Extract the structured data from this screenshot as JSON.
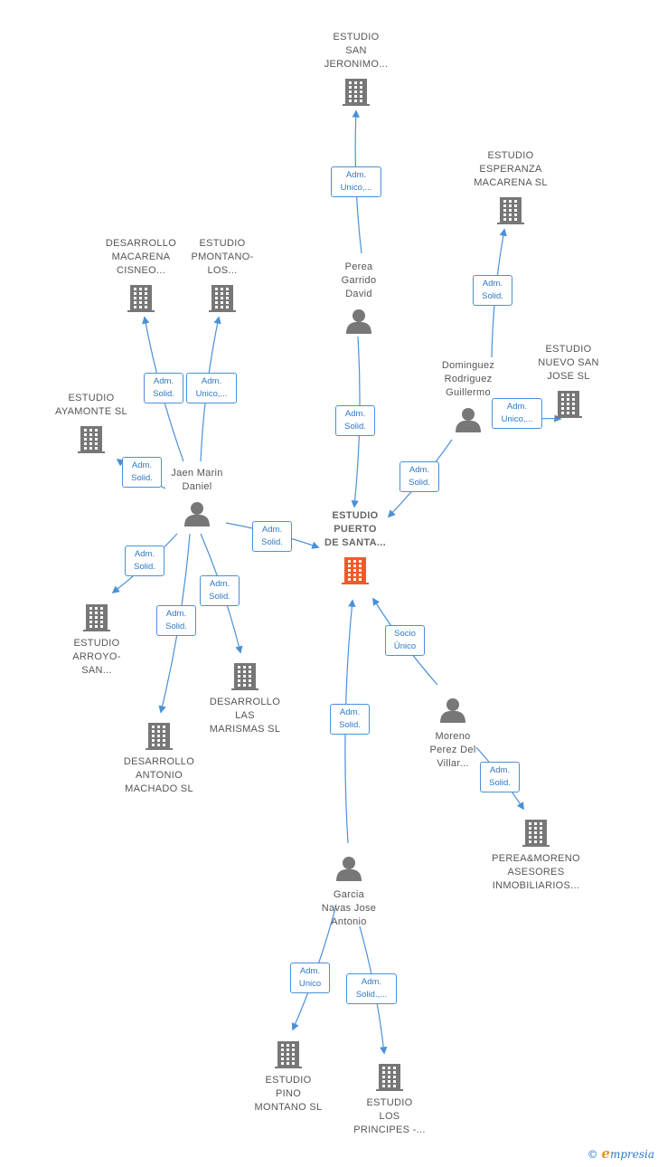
{
  "colors": {
    "edge": "#4a90d9",
    "company": "#777777",
    "center_company": "#ef5a2a",
    "person": "#777777"
  },
  "nodes": [
    {
      "id": "c_center",
      "kind": "company",
      "center": true,
      "label": "ESTUDIO\nPUERTO\nDE SANTA..."
    },
    {
      "id": "c_san_jeronimo",
      "kind": "company",
      "label": "ESTUDIO\nSAN\nJERONIMO..."
    },
    {
      "id": "c_esperanza",
      "kind": "company",
      "label": "ESTUDIO\nESPERANZA\nMACARENA SL"
    },
    {
      "id": "c_macarena_cisneo",
      "kind": "company",
      "label": "DESARROLLO\nMACARENA\nCISNEO..."
    },
    {
      "id": "c_pmontano",
      "kind": "company",
      "label": "ESTUDIO\nPMONTANO-\nLOS..."
    },
    {
      "id": "c_ayamonte",
      "kind": "company",
      "label": "ESTUDIO\nAYAMONTE SL"
    },
    {
      "id": "c_nuevo_san_jose",
      "kind": "company",
      "label": "ESTUDIO\nNUEVO SAN\nJOSE SL"
    },
    {
      "id": "c_arroyo",
      "kind": "company",
      "label": "ESTUDIO\nARROYO-\nSAN..."
    },
    {
      "id": "c_marismas",
      "kind": "company",
      "label": "DESARROLLO\nLAS\nMARISMAS SL"
    },
    {
      "id": "c_antonio_machado",
      "kind": "company",
      "label": "DESARROLLO\nANTONIO\nMACHADO SL"
    },
    {
      "id": "c_perea_moreno",
      "kind": "company",
      "label": "PEREA&MORENO\nASESORES\nINMOBILIARIOS..."
    },
    {
      "id": "c_pino_montano",
      "kind": "company",
      "label": "ESTUDIO\nPINO\nMONTANO SL"
    },
    {
      "id": "c_los_principes",
      "kind": "company",
      "label": "ESTUDIO\nLOS\nPRINCIPES -..."
    },
    {
      "id": "p_perea",
      "kind": "person",
      "label": "Perea\nGarrido\nDavid"
    },
    {
      "id": "p_dominguez",
      "kind": "person",
      "label": "Dominguez\nRodriguez\nGuillermo"
    },
    {
      "id": "p_jaen",
      "kind": "person",
      "label": "Jaen Marin\nDaniel"
    },
    {
      "id": "p_moreno",
      "kind": "person",
      "label": "Moreno\nPerez Del\nVillar..."
    },
    {
      "id": "p_garcia",
      "kind": "person",
      "label": "Garcia\nNavas Jose\nAntonio"
    }
  ],
  "edges": [
    {
      "from": "p_perea",
      "to": "c_san_jeronimo",
      "label": "Adm.\nUnico,..."
    },
    {
      "from": "p_perea",
      "to": "c_center",
      "label": "Adm.\nSolid."
    },
    {
      "from": "p_dominguez",
      "to": "c_esperanza",
      "label": "Adm.\nSolid."
    },
    {
      "from": "p_dominguez",
      "to": "c_nuevo_san_jose",
      "label": "Adm.\nUnico,..."
    },
    {
      "from": "p_dominguez",
      "to": "c_center",
      "label": "Adm.\nSolid."
    },
    {
      "from": "p_jaen",
      "to": "c_macarena_cisneo",
      "label": "Adm.\nSolid."
    },
    {
      "from": "p_jaen",
      "to": "c_pmontano",
      "label": "Adm.\nUnico,..."
    },
    {
      "from": "p_jaen",
      "to": "c_ayamonte",
      "label": "Adm.\nSolid."
    },
    {
      "from": "p_jaen",
      "to": "c_center",
      "label": "Adm.\nSolid."
    },
    {
      "from": "p_jaen",
      "to": "c_arroyo",
      "label": "Adm.\nSolid."
    },
    {
      "from": "p_jaen",
      "to": "c_antonio_machado",
      "label": "Adm.\nSolid."
    },
    {
      "from": "p_jaen",
      "to": "c_marismas",
      "label": "Adm.\nSolid."
    },
    {
      "from": "p_moreno",
      "to": "c_center",
      "label": "Socio\nÚnico"
    },
    {
      "from": "p_moreno",
      "to": "c_perea_moreno",
      "label": "Adm.\nSolid."
    },
    {
      "from": "p_garcia",
      "to": "c_center",
      "label": "Adm.\nSolid."
    },
    {
      "from": "p_garcia",
      "to": "c_pino_montano",
      "label": "Adm.\nUnico"
    },
    {
      "from": "p_garcia",
      "to": "c_los_principes",
      "label": "Adm.\nSolid.,..."
    }
  ],
  "footer": {
    "copyright_symbol": "©",
    "brand_initial": "e",
    "brand_rest": "mpresia"
  }
}
